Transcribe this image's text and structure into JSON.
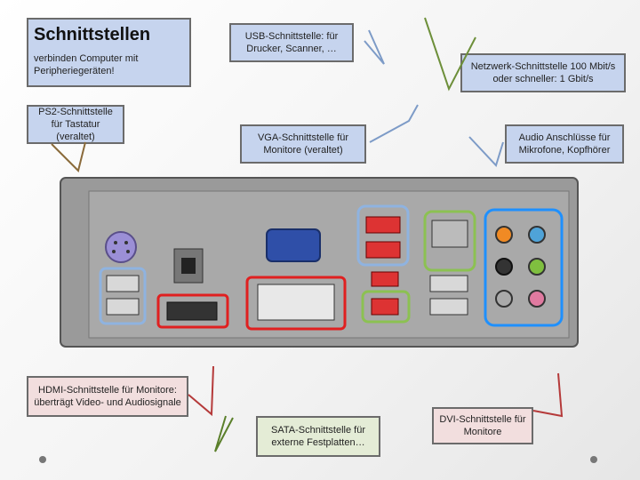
{
  "title": {
    "heading": "Schnittstellen",
    "subtitle": "verbinden Computer mit Peripheriegeräten!"
  },
  "callouts": {
    "usb": "USB-Schnittstelle: für Drucker, Scanner, …",
    "network": "Netzwerk-Schnittstelle 100 Mbit/s oder schneller: 1 Gbit/s",
    "ps2": "PS2-Schnittstelle für Tastatur (veraltet)",
    "vga": "VGA-Schnittstelle für Monitore (veraltet)",
    "audio": "Audio Anschlüsse für Mikrofone, Kopfhörer",
    "hdmi": "HDMI-Schnittstelle für Monitore: überträgt Video- und Audiosignale",
    "sata": "SATA-Schnittstelle für externe Festplatten…",
    "dvi": "DVI-Schnittstelle für Monitore"
  },
  "colors": {
    "usb": "#8fb3e0",
    "network": "#8cc152",
    "audio": "#1e90ff",
    "hdmi": "#e02020",
    "sata": "#8cc152",
    "dvi": "#e02020",
    "ps2": "#8fb3e0"
  }
}
